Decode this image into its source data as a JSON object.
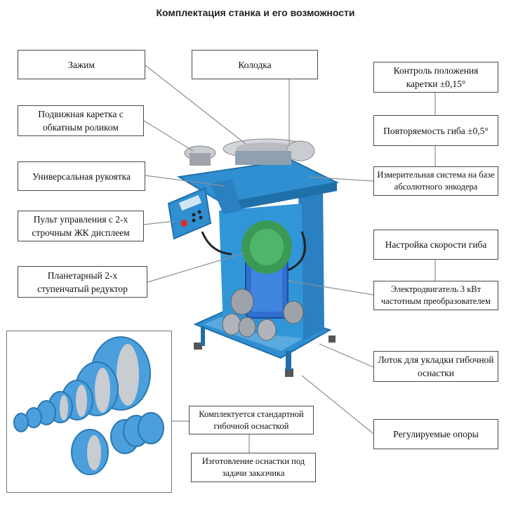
{
  "title": "Комплектация станка и его возможности",
  "labels": {
    "clamp": "Зажим",
    "shoe": "Колодка",
    "carriage_pos": "Контроль положения каретки ±0,15°",
    "carriage": "Подвижная каретка с обкатным роликом",
    "repeatability": "Повторяемость гиба ±0,5°",
    "handle": "Универсальная рукоятка",
    "measure": "Измерительная система на базе абсолютного энкодера",
    "panel": "Пульт управления с 2-х строчным ЖК дисплеем",
    "speed": "Настройка скорости гиба",
    "reducer": "Планетарный 2-х ступенчатый редуктор",
    "motor": "Электродвигатель 3 кВт частотным преобразователем",
    "tray": "Лоток для укладки гибочной оснастки",
    "standard_tooling": "Комплектуется стандартной гибочной оснасткой",
    "supports": "Регулируемые опоры",
    "custom_tooling": "Изготовление оснастки под задачи заказчика"
  },
  "colors": {
    "machine_blue": "#2f8fd0",
    "machine_dark": "#1f6fa8",
    "motor_green": "#3a9a55",
    "metal": "#c9ccd1",
    "border": "#4a4a4a"
  }
}
